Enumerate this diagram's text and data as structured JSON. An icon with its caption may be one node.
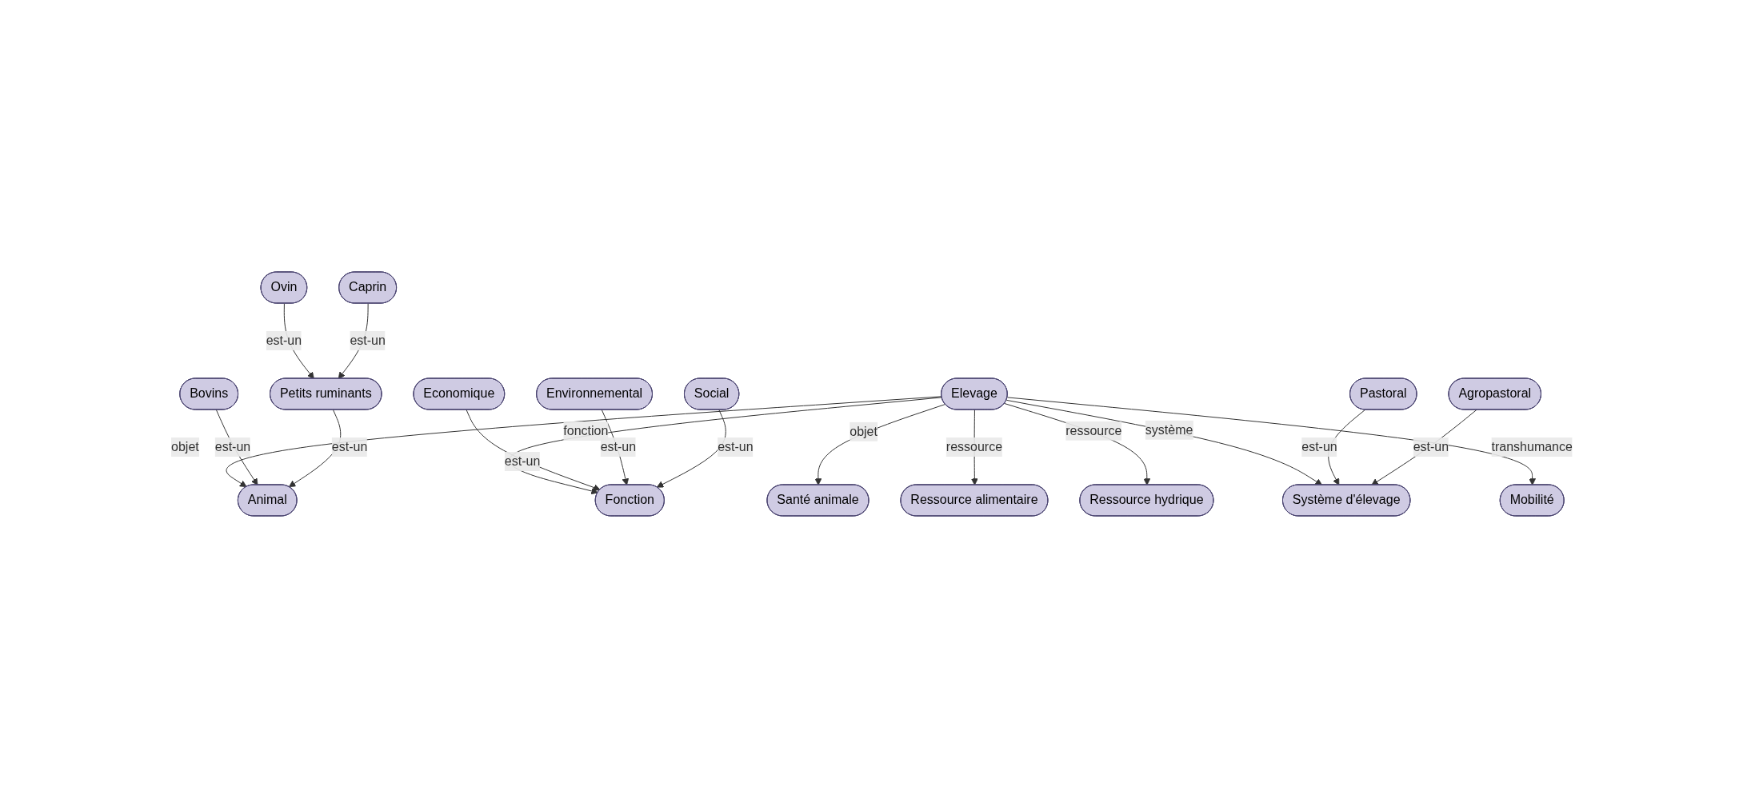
{
  "diagram": {
    "nodes": [
      {
        "text": [
          "Elevage"
        ]
      },
      {
        "text": [
          "Animal"
        ]
      },
      {
        "text": [
          "Fonction"
        ]
      },
      {
        "text": [
          "Economique"
        ]
      },
      {
        "text": [
          "Environnemental"
        ]
      },
      {
        "text": [
          "Social"
        ]
      },
      {
        "text": [
          "Bovins"
        ]
      },
      {
        "text": [
          "Petits ruminants"
        ]
      },
      {
        "text": [
          "Ovin"
        ]
      },
      {
        "text": [
          "Caprin"
        ]
      },
      {
        "text": [
          "Mobilité"
        ]
      },
      {
        "text": [
          "Santé animale"
        ]
      },
      {
        "text": [
          "Ressource alimentaire"
        ]
      },
      {
        "text": [
          "Ressource hydrique"
        ]
      },
      {
        "text": [
          "Système d'élevage"
        ]
      },
      {
        "text": [
          "Pastoral"
        ]
      },
      {
        "text": [
          "Agropastoral"
        ]
      }
    ],
    "edges": [
      {
        "from": 0,
        "to": 1,
        "arrow": "to",
        "label": "objet"
      },
      {
        "from": 0,
        "to": 2,
        "arrow": "to",
        "label": "fonction"
      },
      {
        "from": 3,
        "to": 2,
        "arrow": "to",
        "label": "est-un"
      },
      {
        "from": 4,
        "to": 2,
        "arrow": "to",
        "label": "est-un"
      },
      {
        "from": 5,
        "to": 2,
        "arrow": "to",
        "label": "est-un"
      },
      {
        "from": 6,
        "to": 1,
        "arrow": "to",
        "label": "est-un"
      },
      {
        "from": 7,
        "to": 1,
        "arrow": "to",
        "label": "est-un"
      },
      {
        "from": 8,
        "to": 7,
        "arrow": "to",
        "label": "est-un"
      },
      {
        "from": 9,
        "to": 7,
        "arrow": "to",
        "label": "est-un"
      },
      {
        "from": 0,
        "to": 11,
        "arrow": "to",
        "label": "objet"
      },
      {
        "from": 0,
        "to": 12,
        "arrow": "to",
        "label": "ressource"
      },
      {
        "from": 0,
        "to": 13,
        "arrow": "to",
        "label": "ressource"
      },
      {
        "from": 0,
        "to": 14,
        "arrow": "to",
        "label": "système"
      },
      {
        "from": 0,
        "to": 10,
        "arrow": "to",
        "label": "transhumance"
      },
      {
        "from": 15,
        "to": 14,
        "arrow": "to",
        "label": "est-un"
      },
      {
        "from": 16,
        "to": 14,
        "arrow": "to",
        "label": "est-un"
      }
    ]
  }
}
